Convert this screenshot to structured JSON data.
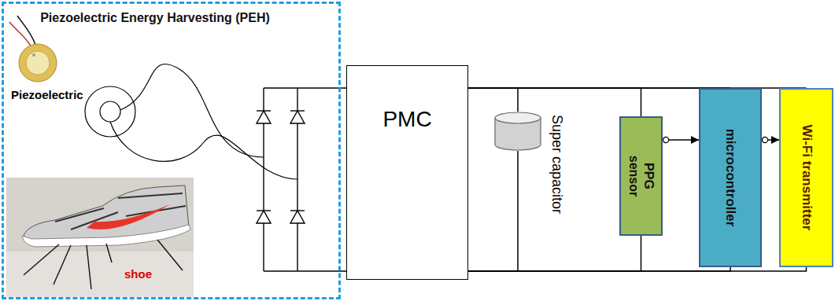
{
  "diagram": {
    "nodes": [
      {
        "text": [
          "Piezoelectric Energy Harvesting (PEH)"
        ]
      },
      {
        "text": [
          "PMC"
        ]
      },
      {
        "text": [
          "Super capacitor"
        ]
      },
      {
        "text": [
          "PPG sensor"
        ]
      },
      {
        "text": [
          "microcontroller"
        ]
      },
      {
        "text": [
          "Wi-Fi transmitter"
        ]
      }
    ],
    "edges": [
      {
        "from": 1,
        "to": 2,
        "arrow": "none"
      },
      {
        "from": 1,
        "to": 3,
        "arrow": "none"
      },
      {
        "from": 1,
        "to": 4,
        "arrow": "none"
      },
      {
        "from": 1,
        "to": 5,
        "arrow": "none"
      },
      {
        "from": 1,
        "to": 2,
        "arrow": "none"
      },
      {
        "from": 1,
        "to": 3,
        "arrow": "none"
      },
      {
        "from": 1,
        "to": 4,
        "arrow": "none"
      },
      {
        "from": 1,
        "to": 5,
        "arrow": "none"
      },
      {
        "from": 3,
        "to": 4,
        "arrow": "to"
      },
      {
        "from": 4,
        "to": 5,
        "arrow": "to"
      }
    ],
    "labels": [
      "Piezoelectric",
      "shoe"
    ]
  }
}
